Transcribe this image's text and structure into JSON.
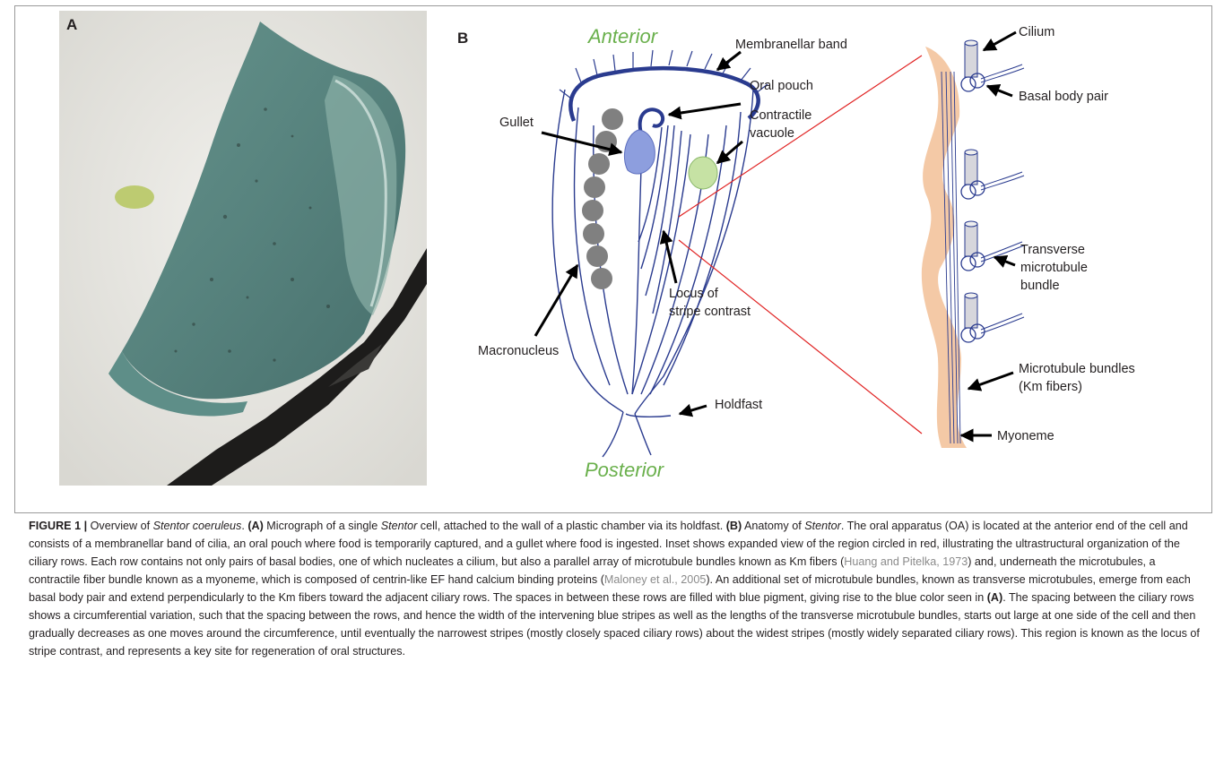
{
  "panel_a": {
    "letter": "A"
  },
  "panel_b": {
    "letter": "B",
    "anterior": "Anterior",
    "posterior": "Posterior",
    "labels": {
      "membranellar_band": "Membranellar band",
      "oral_pouch": "Oral pouch",
      "gullet": "Gullet",
      "contractile_1": "Contractile",
      "contractile_2": "vacuole",
      "locus_1": "Locus of",
      "locus_2": "stripe contrast",
      "macronucleus": "Macronucleus",
      "holdfast": "Holdfast"
    },
    "inset_labels": {
      "cilium": "Cilium",
      "basal_body_pair": "Basal body pair",
      "transverse_1": "Transverse",
      "transverse_2": "microtubule",
      "transverse_3": "bundle",
      "km_1": "Microtubule bundles",
      "km_2": "(Km fibers)",
      "myoneme": "Myoneme"
    },
    "colors": {
      "outline": "#2a3b8f",
      "green_label": "#6ab04c",
      "macronucleus": "#808080",
      "vacuole": "#c6e2a4",
      "gullet": "#8d9ede",
      "myoneme": "#f4c9a6",
      "inset_lines": "#e02020"
    }
  },
  "caption": {
    "label": "FIGURE 1 |",
    "t01": " Overview of ",
    "i01": "Stentor coeruleus",
    "t02": ". ",
    "b01": "(A)",
    "t03": " Micrograph of a single ",
    "i02": "Stentor",
    "t04": " cell, attached to the wall of a plastic chamber via its holdfast. ",
    "b02": "(B)",
    "t05": " Anatomy of ",
    "i03": "Stentor",
    "t06": ". The oral apparatus (OA) is located at the anterior end of the cell and consists of a membranellar band of cilia, an oral pouch where food is temporarily captured, and a gullet where food is ingested. Inset shows expanded view of the region circled in red, illustrating the ultrastructural organization of the ciliary rows. Each row contains not only pairs of basal bodies, one of which nucleates a cilium, but also a parallel array of microtubule bundles known as Km fibers (",
    "r01": "Huang and Pitelka, 1973",
    "t07": ") and, underneath the microtubules, a contractile fiber bundle known as a myoneme, which is composed of centrin-like EF hand calcium binding proteins (",
    "r02": "Maloney et al., 2005",
    "t08": "). An additional set of microtubule bundles, known as transverse microtubules, emerge from each basal body pair and extend perpendicularly to the Km fibers toward the adjacent ciliary rows. The spaces in between these rows are filled with blue pigment, giving rise to the blue color seen in ",
    "b03": "(A)",
    "t09": ". The spacing between the ciliary rows shows a circumferential variation, such that the spacing between the rows, and hence the width of the intervening blue stripes as well as the lengths of the transverse microtubule bundles, starts out large at one side of the cell and then gradually decreases as one moves around the circumference, until eventually the narrowest stripes (mostly closely spaced ciliary rows) about the widest stripes (mostly widely separated ciliary rows). This region is known as the locus of stripe contrast, and represents a key site for regeneration of oral structures."
  }
}
